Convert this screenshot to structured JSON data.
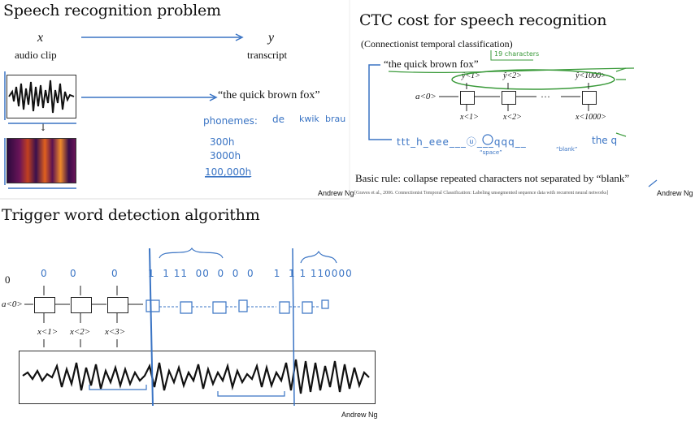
{
  "slide1": {
    "title": "Speech recognition problem",
    "x_label": "x",
    "y_label": "y",
    "audio_clip_label": "audio clip",
    "transcript_label": "transcript",
    "quote": "“the quick brown fox”",
    "phonemes_label": "phonemes:",
    "phonemes": [
      "de",
      "kwik",
      "brau"
    ],
    "hours": [
      "300h",
      "3000h",
      "100,000h"
    ]
  },
  "slide2": {
    "title": "CTC cost for speech recognition",
    "subtitle": "(Connectionist temporal classification)",
    "quote": "“the quick brown fox”",
    "char_note": "19 characters",
    "a0": "a<0>",
    "y_hats": [
      "ŷ<1>",
      "ŷ<2>",
      "ŷ<1000>"
    ],
    "x_inputs": [
      "x<1>",
      "x<2>",
      "x<1000>"
    ],
    "ellipsis": "···",
    "ctc_sequence": "ttt_h_eee___ⓤ___qqq__",
    "space_note": "“space”",
    "blank_note": "“blank”",
    "collapsed": "the q",
    "rule": "Basic rule: collapse repeated characters not separated by “blank”",
    "author": "Andrew Ng",
    "citation": "[Graves et al., 2006. Connectionist Temporal Classification: Labeling unsegmented sequence data with recurrent neural networks]",
    "author2": "Andrew Ng"
  },
  "slide3": {
    "title": "Trigger word detection algorithm",
    "a0": "a<0>",
    "outputs_printed": [
      "0",
      "0",
      "0"
    ],
    "x_inputs": [
      "x<1>",
      "x<2>",
      "x<3>"
    ],
    "handwritten_outputs": "1  1 11  00  0  0  0     1  1 1 110000",
    "author": "Andrew Ng"
  }
}
